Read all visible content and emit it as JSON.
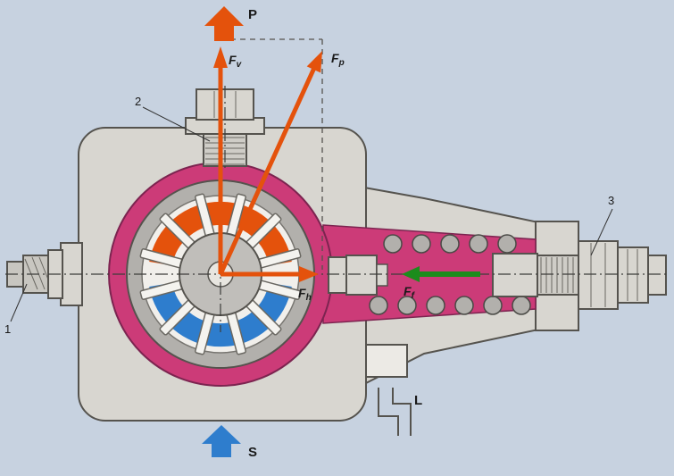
{
  "colors": {
    "background": "#c7d2e0",
    "housing": "#d8d6d0",
    "housing_outline": "#55534e",
    "chamber_magenta": "#cc3b78",
    "pressure_orange": "#e4520c",
    "suction_blue": "#2e7dcd",
    "spring_green": "#1c8c1c",
    "metal_gray": "#b2b0ac",
    "rotor_gray": "#c0beba",
    "vane_white": "#f4f3ef"
  },
  "labels": {
    "part_1": "1",
    "part_2": "2",
    "part_3": "3",
    "pressure_port": "P",
    "suction_port": "S",
    "leakage_port": "L"
  },
  "forces": {
    "vertical": {
      "symbol": "F",
      "subscript": "v"
    },
    "pressure": {
      "symbol": "F",
      "subscript": "p"
    },
    "horizontal": {
      "symbol": "F",
      "subscript": "h"
    },
    "spring": {
      "symbol": "F",
      "subscript": "f"
    }
  }
}
